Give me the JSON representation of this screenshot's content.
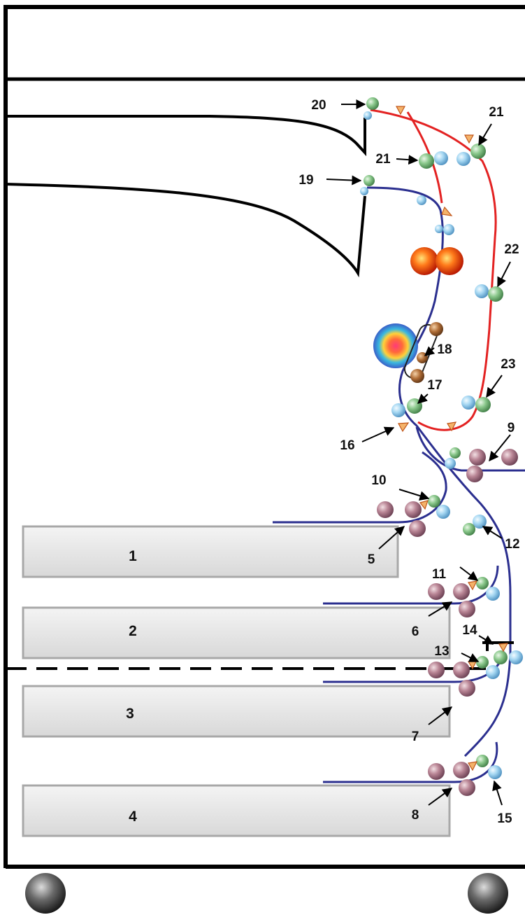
{
  "diagram": {
    "trays": [
      {
        "id": "tray-1",
        "label": "1"
      },
      {
        "id": "tray-2",
        "label": "2"
      },
      {
        "id": "tray-3",
        "label": "3"
      },
      {
        "id": "tray-4",
        "label": "4"
      }
    ],
    "callouts": {
      "c5": "5",
      "c6": "6",
      "c7": "7",
      "c8": "8",
      "c9": "9",
      "c10": "10",
      "c11": "11",
      "c12": "12",
      "c13": "13",
      "c14": "14",
      "c15": "15",
      "c16": "16",
      "c17": "17",
      "c18": "18",
      "c19": "19",
      "c20": "20",
      "c21a": "21",
      "c21b": "21",
      "c22": "22",
      "c23": "23"
    },
    "colors": {
      "frame": "#000000",
      "paper_path_blue": "#2b2f8f",
      "duplex_path_red": "#e32222",
      "tray_fill": "#e6e6e6",
      "tray_border": "#a8a8a8",
      "roller_green": "#6aa86f",
      "roller_blue": "#8cc6e8",
      "roller_brown": "#9a6a7a",
      "fuser_red": "#e02010",
      "sensor_orange": "#e07a30"
    }
  }
}
